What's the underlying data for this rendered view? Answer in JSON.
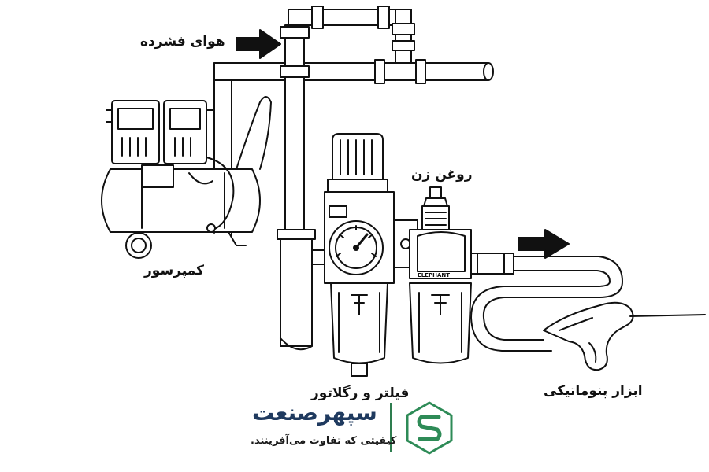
{
  "labels": {
    "compressed_air": "هوای فشرده",
    "compressor": "کمپرسور",
    "lubricator": "روغن زن",
    "filter_regulator": "فیلتر و رگلاتور",
    "pneumatic_tool": "ابزار پنوماتیکی",
    "device_brand": "ELEPHANT"
  },
  "brand": {
    "name": "سپهرصنعت",
    "tagline": "کیفیتی که تفاوت می‌آفرینند.",
    "colors": {
      "navy": "#1f3a5f",
      "green": "#2e8b57"
    }
  },
  "icons": [
    "flow-arrow-icon",
    "pressure-gauge-icon",
    "sepehr-logo-icon"
  ]
}
